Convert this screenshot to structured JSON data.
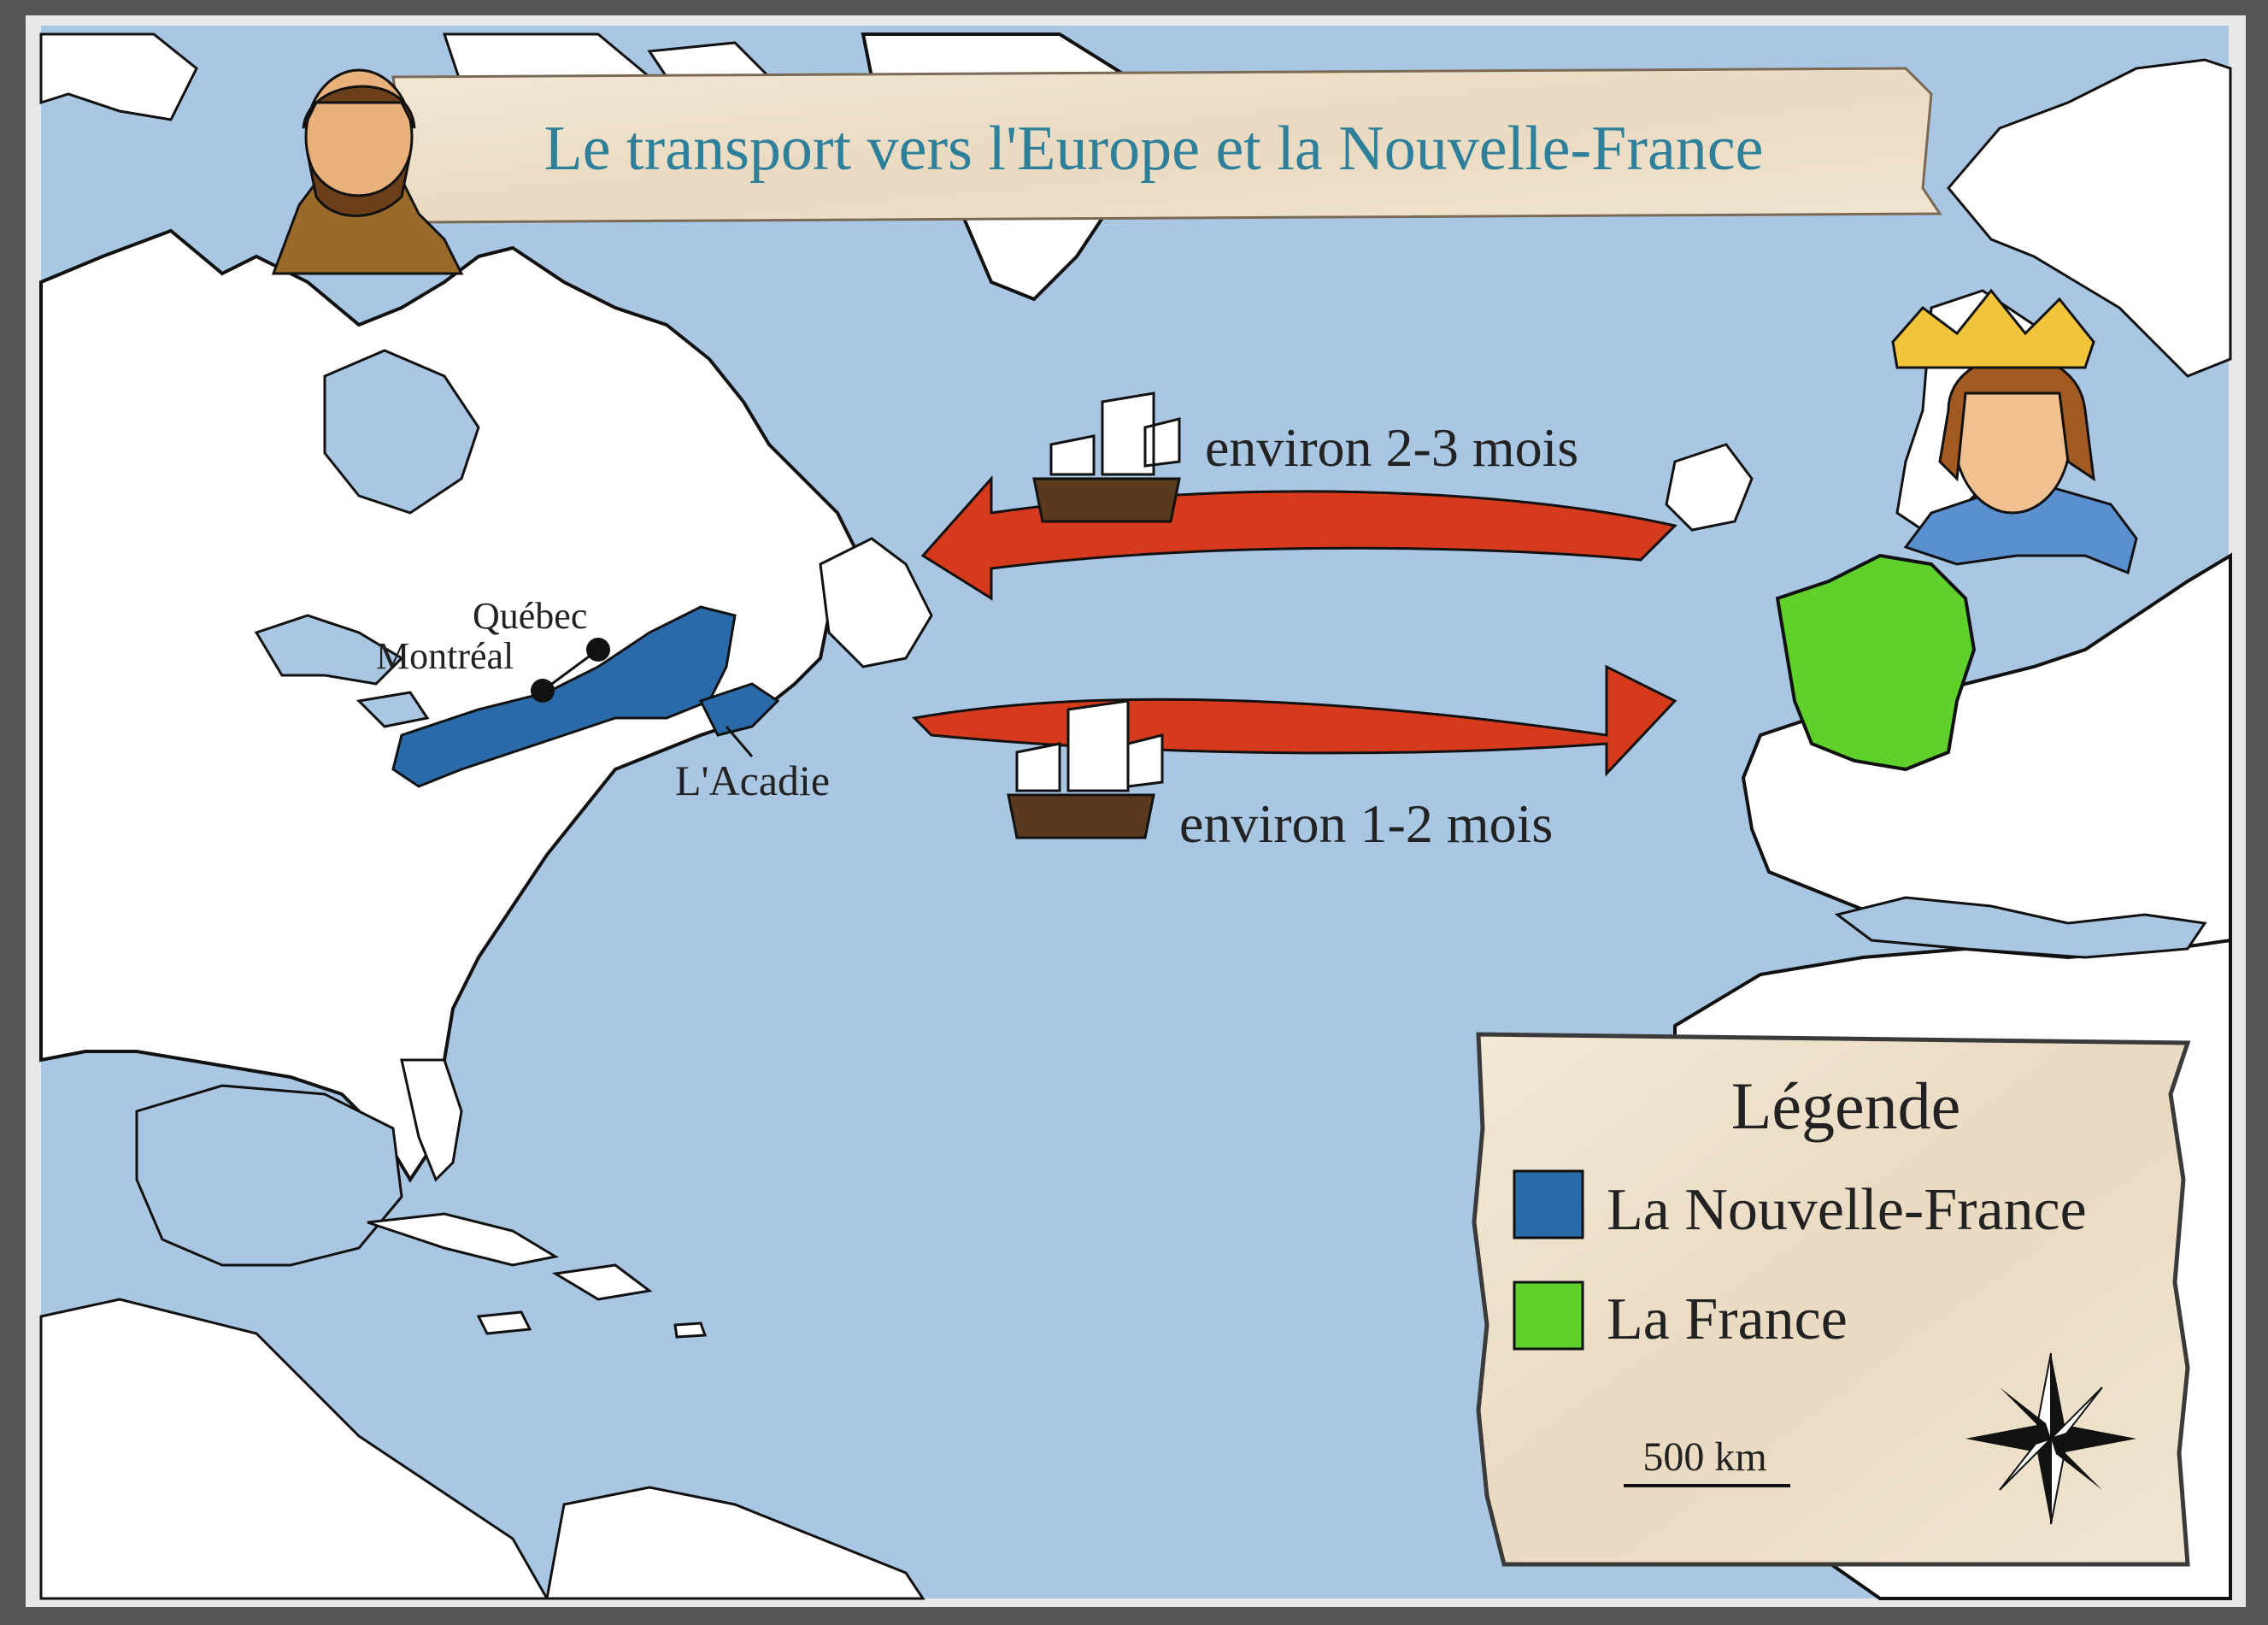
{
  "title": "Le transport vers l'Europe et la Nouvelle-France",
  "routes": {
    "to_europe_label": "environ 2-3 mois",
    "to_new_france_label": "environ 1-2 mois"
  },
  "places": {
    "quebec": "Québec",
    "montreal": "Montréal",
    "acadie": "L'Acadie"
  },
  "legend": {
    "title": "Légende",
    "items": [
      {
        "label": "La Nouvelle-France",
        "color": "#2a6aa8"
      },
      {
        "label": "La France",
        "color": "#5fd12a"
      }
    ]
  },
  "scale_label": "500 km",
  "colors": {
    "ocean": "#a9c7e3",
    "land": "#ffffff",
    "arrow": "#d63a1c",
    "title_text": "#2e7f9a",
    "parchment": "#efe3cf"
  }
}
